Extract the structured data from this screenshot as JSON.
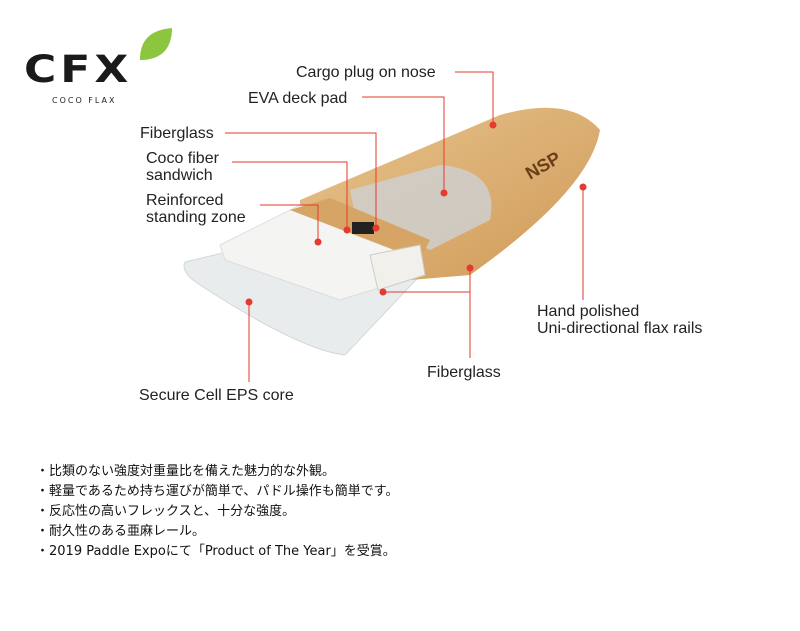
{
  "logo": {
    "brand": "CFX",
    "subtitle": "COCO FLAX",
    "leaf_color": "#8cc63f"
  },
  "labels": {
    "cargo_plug": "Cargo plug on nose",
    "eva_deck": "EVA deck pad",
    "fiberglass_top": "Fiberglass",
    "coco_fiber": [
      "Coco fiber",
      "sandwich"
    ],
    "reinforced": [
      "Reinforced",
      "standing zone"
    ],
    "flax_rails": [
      "Hand polished",
      "Uni-directional flax rails"
    ],
    "fiberglass_bottom": "Fiberglass",
    "eps_core": "Secure Cell EPS core"
  },
  "board_logo": "NSP",
  "bullet_marker": "・",
  "features": [
    "比類のない強度対重量比を備えた魅力的な外観。",
    "軽量であるため持ち運びが簡単で、パドル操作も簡単です。",
    "反応性の高いフレックスと、十分な強度。",
    "耐久性のある亜麻レール。",
    "2019 Paddle Expoにて「Product of The Year」を受賞。"
  ],
  "colors": {
    "leader": "#e53a2e",
    "wood": "#d9a868"
  }
}
